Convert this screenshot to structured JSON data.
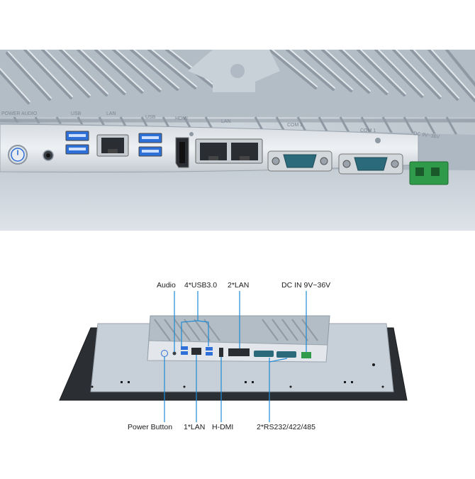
{
  "closeup": {
    "port_labels": [
      "POWER AUDIO",
      "USB",
      "LAN",
      "USB",
      "HDMI",
      "LAN",
      "COM 2",
      "COM 1",
      "DC 9V~36V"
    ]
  },
  "callouts": {
    "audio": "Audio",
    "usb": "4*USB3.0",
    "lan2": "2*LAN",
    "dc_in": "DC IN 9V~36V",
    "power_button": "Power Button",
    "lan1": "1*LAN",
    "hdmi": "H-DMI",
    "serial": "2*RS232/422/485"
  },
  "colors": {
    "callout_line": "#1e8ad6",
    "heatsink": "#b9c3cc",
    "panel_frame": "#2b2e32",
    "usb_blue": "#2e6fd8",
    "terminal_green": "#2f9a4a"
  }
}
